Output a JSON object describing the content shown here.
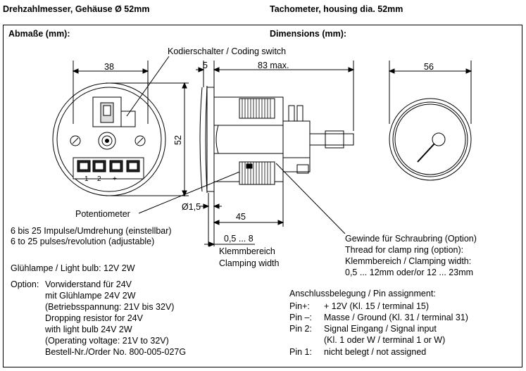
{
  "header": {
    "title_de": "Drehzahlmesser, Gehäuse Ø 52mm",
    "title_en": "Tachometer, housing dia. 52mm"
  },
  "labels": {
    "dims_de": "Abmaße (mm):",
    "dims_en": "Dimensions (mm):",
    "coding_switch": "Kodierschalter / Coding switch",
    "potentiometer": "Potentiometer",
    "impulse_de": "6 bis 25 Impulse/Umdrehung (einstellbar)",
    "impulse_en": "6 to 25 pulses/revolution (adjustable)",
    "clamp_de": "Klemmbereich",
    "clamp_en": "Clamping width",
    "thread_1": "Gewinde für Schraubring (Option)",
    "thread_2": "Thread for clamp ring (option):",
    "thread_3": "Klemmbereich / Clamping width:",
    "thread_4": "0,5 ... 12mm oder/or 12 ... 23mm"
  },
  "dimensions": {
    "d38": "38",
    "d5": "5",
    "d83": "83 max.",
    "d56": "56",
    "d52": "52",
    "d1_5": "Ø1,5",
    "d45": "45",
    "d0_5_8": "0,5 ... 8"
  },
  "terminals": [
    "1",
    "2",
    "+",
    "-"
  ],
  "bulb": "Glühlampe / Light bulb: 12V  2W",
  "option": {
    "label": "Option:",
    "lines": [
      "Vorwiderstand für 24V",
      "mit Glühlampe 24V 2W",
      "(Betriebsspannung: 21V bis 32V)",
      "Dropping resistor for 24V",
      "with light bulb 24V 2W",
      "(Operating voltage:  21V to 32V)",
      "Bestell-Nr./Order No. 800-005-027G"
    ]
  },
  "pins": {
    "title": "Anschlussbelegung / Pin assignment:",
    "rows": [
      {
        "pin": "Pin+:",
        "desc": "+ 12V (Kl. 15 / terminal 15)"
      },
      {
        "pin": "Pin –:",
        "desc": "Masse / Ground (Kl. 31 / terminal 31)"
      },
      {
        "pin": "Pin 2:",
        "desc": "Signal Eingang / Signal input"
      },
      {
        "pin": "",
        "desc": "(Kl. 1 oder W / terminal 1 or W)"
      },
      {
        "pin": "Pin 1:",
        "desc": "nicht belegt / not assigned"
      }
    ]
  }
}
